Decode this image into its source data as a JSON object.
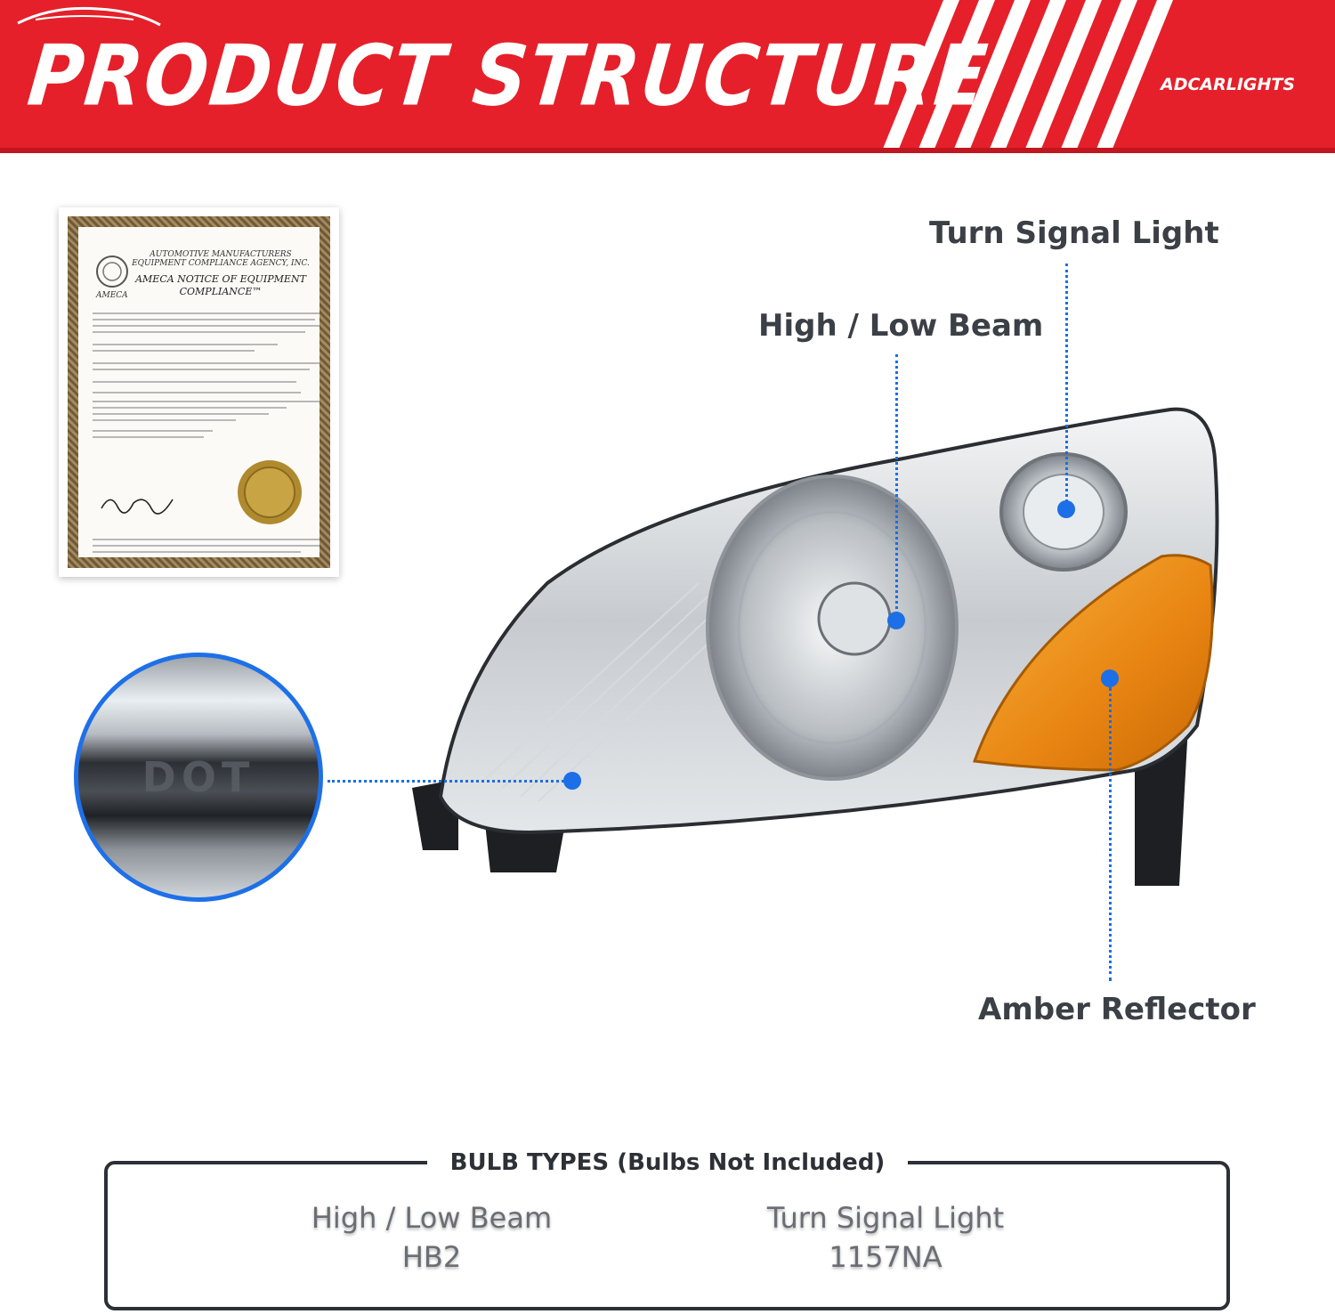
{
  "banner": {
    "title": "PRODUCT STRUCTURE",
    "brand": "ADCARLIGHTS",
    "color": "#e5202a"
  },
  "certificate": {
    "heading": "AUTOMOTIVE MANUFACTURERS EQUIPMENT COMPLIANCE AGENCY, INC.",
    "title": "AMECA NOTICE OF EQUIPMENT COMPLIANCE™",
    "logo": "AMECA"
  },
  "zoom_detail": {
    "text": "DOT"
  },
  "callouts": {
    "turn_signal": "Turn Signal Light",
    "high_low": "High / Low Beam",
    "amber": "Amber Reflector"
  },
  "bulb_types": {
    "heading": "BULB TYPES (Bulbs Not Included)",
    "items": [
      {
        "name": "High / Low Beam",
        "value": "HB2"
      },
      {
        "name": "Turn Signal Light",
        "value": "1157NA"
      }
    ]
  },
  "colors": {
    "accent": "#1c6fe6",
    "amber": "#f2a21e",
    "text": "#3b3f46"
  }
}
